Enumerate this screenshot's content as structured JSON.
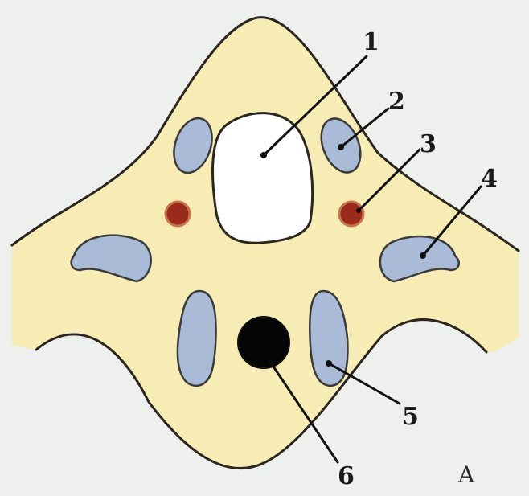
{
  "figure": {
    "panel_letter": "A",
    "colors": {
      "background": "#eef0ee",
      "tissue_fill": "#f7edb4",
      "outline": "#2b2520",
      "blue_structure": "#a9bbd6",
      "red_structure": "#9a2a1c",
      "black_structure": "#050505",
      "lumen": "#ffffff"
    },
    "callouts": [
      {
        "id": "1",
        "label": "1"
      },
      {
        "id": "2",
        "label": "2"
      },
      {
        "id": "3",
        "label": "3"
      },
      {
        "id": "4",
        "label": "4"
      },
      {
        "id": "5",
        "label": "5"
      },
      {
        "id": "6",
        "label": "6"
      }
    ]
  }
}
